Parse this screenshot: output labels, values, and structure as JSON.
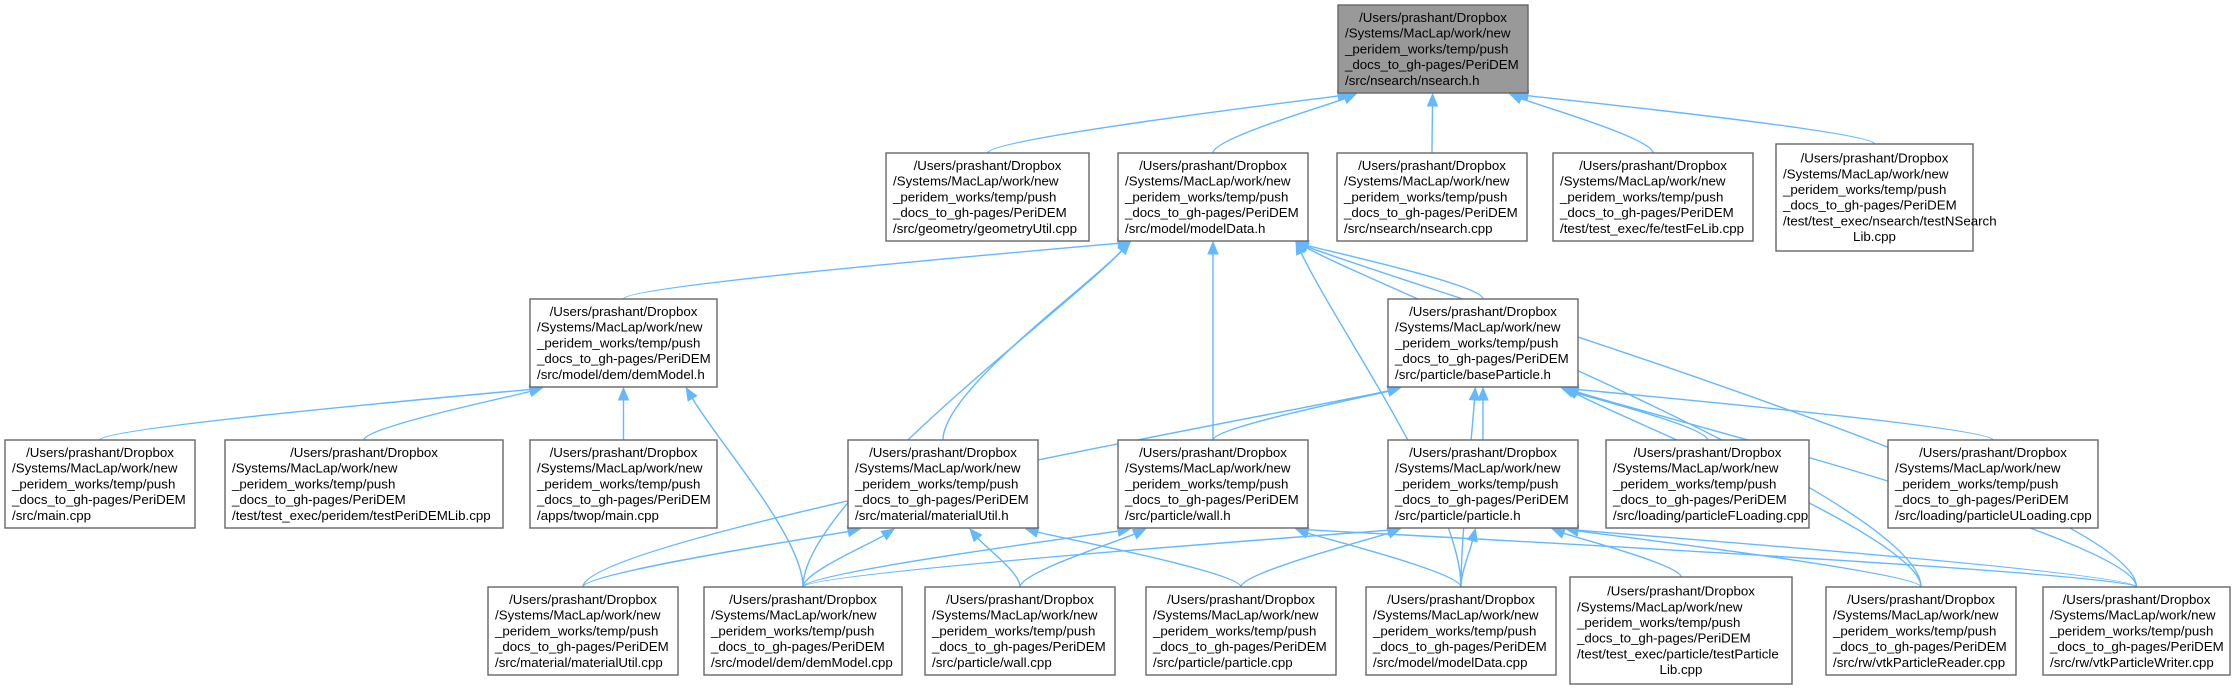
{
  "diagram": {
    "nodes": [
      {
        "id": "nsearch_h",
        "root": true,
        "lines": [
          "/Users/prashant/Dropbox",
          "/Systems/MacLap/work/new",
          "_peridem_works/temp/push",
          "_docs_to_gh-pages/PeriDEM",
          "/src/nsearch/nsearch.h"
        ]
      },
      {
        "id": "geometryUtil_cpp",
        "lines": [
          "/Users/prashant/Dropbox",
          "/Systems/MacLap/work/new",
          "_peridem_works/temp/push",
          "_docs_to_gh-pages/PeriDEM",
          "/src/geometry/geometryUtil.cpp"
        ]
      },
      {
        "id": "modelData_h",
        "lines": [
          "/Users/prashant/Dropbox",
          "/Systems/MacLap/work/new",
          "_peridem_works/temp/push",
          "_docs_to_gh-pages/PeriDEM",
          "/src/model/modelData.h"
        ]
      },
      {
        "id": "nsearch_cpp",
        "lines": [
          "/Users/prashant/Dropbox",
          "/Systems/MacLap/work/new",
          "_peridem_works/temp/push",
          "_docs_to_gh-pages/PeriDEM",
          "/src/nsearch/nsearch.cpp"
        ]
      },
      {
        "id": "testFeLib_cpp",
        "lines": [
          "/Users/prashant/Dropbox",
          "/Systems/MacLap/work/new",
          "_peridem_works/temp/push",
          "_docs_to_gh-pages/PeriDEM",
          "/test/test_exec/fe/testFeLib.cpp"
        ]
      },
      {
        "id": "testNSearchLib_cpp",
        "lines": [
          "/Users/prashant/Dropbox",
          "/Systems/MacLap/work/new",
          "_peridem_works/temp/push",
          "_docs_to_gh-pages/PeriDEM",
          "/test/test_exec/nsearch/testNSearch",
          "Lib.cpp"
        ]
      },
      {
        "id": "demModel_h",
        "lines": [
          "/Users/prashant/Dropbox",
          "/Systems/MacLap/work/new",
          "_peridem_works/temp/push",
          "_docs_to_gh-pages/PeriDEM",
          "/src/model/dem/demModel.h"
        ]
      },
      {
        "id": "baseParticle_h",
        "lines": [
          "/Users/prashant/Dropbox",
          "/Systems/MacLap/work/new",
          "_peridem_works/temp/push",
          "_docs_to_gh-pages/PeriDEM",
          "/src/particle/baseParticle.h"
        ]
      },
      {
        "id": "main_cpp",
        "lines": [
          "/Users/prashant/Dropbox",
          "/Systems/MacLap/work/new",
          "_peridem_works/temp/push",
          "_docs_to_gh-pages/PeriDEM",
          "/src/main.cpp"
        ]
      },
      {
        "id": "testPeriDEMLib_cpp",
        "lines": [
          "/Users/prashant/Dropbox",
          "/Systems/MacLap/work/new",
          "_peridem_works/temp/push",
          "_docs_to_gh-pages/PeriDEM",
          "/test/test_exec/peridem/testPeriDEMLib.cpp"
        ]
      },
      {
        "id": "twop_main_cpp",
        "lines": [
          "/Users/prashant/Dropbox",
          "/Systems/MacLap/work/new",
          "_peridem_works/temp/push",
          "_docs_to_gh-pages/PeriDEM",
          "/apps/twop/main.cpp"
        ]
      },
      {
        "id": "materialUtil_h",
        "lines": [
          "/Users/prashant/Dropbox",
          "/Systems/MacLap/work/new",
          "_peridem_works/temp/push",
          "_docs_to_gh-pages/PeriDEM",
          "/src/material/materialUtil.h"
        ]
      },
      {
        "id": "wall_h",
        "lines": [
          "/Users/prashant/Dropbox",
          "/Systems/MacLap/work/new",
          "_peridem_works/temp/push",
          "_docs_to_gh-pages/PeriDEM",
          "/src/particle/wall.h"
        ]
      },
      {
        "id": "particle_h",
        "lines": [
          "/Users/prashant/Dropbox",
          "/Systems/MacLap/work/new",
          "_peridem_works/temp/push",
          "_docs_to_gh-pages/PeriDEM",
          "/src/particle/particle.h"
        ]
      },
      {
        "id": "particleFLoading_cpp",
        "lines": [
          "/Users/prashant/Dropbox",
          "/Systems/MacLap/work/new",
          "_peridem_works/temp/push",
          "_docs_to_gh-pages/PeriDEM",
          "/src/loading/particleFLoading.cpp"
        ]
      },
      {
        "id": "particleULoading_cpp",
        "lines": [
          "/Users/prashant/Dropbox",
          "/Systems/MacLap/work/new",
          "_peridem_works/temp/push",
          "_docs_to_gh-pages/PeriDEM",
          "/src/loading/particleULoading.cpp"
        ]
      },
      {
        "id": "materialUtil_cpp",
        "lines": [
          "/Users/prashant/Dropbox",
          "/Systems/MacLap/work/new",
          "_peridem_works/temp/push",
          "_docs_to_gh-pages/PeriDEM",
          "/src/material/materialUtil.cpp"
        ]
      },
      {
        "id": "demModel_cpp",
        "lines": [
          "/Users/prashant/Dropbox",
          "/Systems/MacLap/work/new",
          "_peridem_works/temp/push",
          "_docs_to_gh-pages/PeriDEM",
          "/src/model/dem/demModel.cpp"
        ]
      },
      {
        "id": "wall_cpp",
        "lines": [
          "/Users/prashant/Dropbox",
          "/Systems/MacLap/work/new",
          "_peridem_works/temp/push",
          "_docs_to_gh-pages/PeriDEM",
          "/src/particle/wall.cpp"
        ]
      },
      {
        "id": "particle_cpp",
        "lines": [
          "/Users/prashant/Dropbox",
          "/Systems/MacLap/work/new",
          "_peridem_works/temp/push",
          "_docs_to_gh-pages/PeriDEM",
          "/src/particle/particle.cpp"
        ]
      },
      {
        "id": "modelData_cpp",
        "lines": [
          "/Users/prashant/Dropbox",
          "/Systems/MacLap/work/new",
          "_peridem_works/temp/push",
          "_docs_to_gh-pages/PeriDEM",
          "/src/model/modelData.cpp"
        ]
      },
      {
        "id": "testParticleLib_cpp",
        "lines": [
          "/Users/prashant/Dropbox",
          "/Systems/MacLap/work/new",
          "_peridem_works/temp/push",
          "_docs_to_gh-pages/PeriDEM",
          "/test/test_exec/particle/testParticle",
          "Lib.cpp"
        ]
      },
      {
        "id": "vtkParticleReader_cpp",
        "lines": [
          "/Users/prashant/Dropbox",
          "/Systems/MacLap/work/new",
          "_peridem_works/temp/push",
          "_docs_to_gh-pages/PeriDEM",
          "/src/rw/vtkParticleReader.cpp"
        ]
      },
      {
        "id": "vtkParticleWriter_cpp",
        "lines": [
          "/Users/prashant/Dropbox",
          "/Systems/MacLap/work/new",
          "_peridem_works/temp/push",
          "_docs_to_gh-pages/PeriDEM",
          "/src/rw/vtkParticleWriter.cpp"
        ]
      }
    ],
    "edges": [
      {
        "from": "geometryUtil_cpp",
        "to": "nsearch_h"
      },
      {
        "from": "modelData_h",
        "to": "nsearch_h"
      },
      {
        "from": "nsearch_cpp",
        "to": "nsearch_h"
      },
      {
        "from": "testFeLib_cpp",
        "to": "nsearch_h"
      },
      {
        "from": "testNSearchLib_cpp",
        "to": "nsearch_h"
      },
      {
        "from": "demModel_h",
        "to": "modelData_h"
      },
      {
        "from": "baseParticle_h",
        "to": "modelData_h"
      },
      {
        "from": "materialUtil_h",
        "to": "modelData_h"
      },
      {
        "from": "wall_h",
        "to": "modelData_h"
      },
      {
        "from": "demModel_cpp",
        "to": "modelData_h"
      },
      {
        "from": "vtkParticleReader_cpp",
        "to": "modelData_h"
      },
      {
        "from": "vtkParticleWriter_cpp",
        "to": "modelData_h"
      },
      {
        "from": "main_cpp",
        "to": "demModel_h"
      },
      {
        "from": "testPeriDEMLib_cpp",
        "to": "demModel_h"
      },
      {
        "from": "twop_main_cpp",
        "to": "demModel_h"
      },
      {
        "from": "demModel_cpp",
        "to": "demModel_h"
      },
      {
        "from": "wall_h",
        "to": "baseParticle_h"
      },
      {
        "from": "particle_h",
        "to": "baseParticle_h"
      },
      {
        "from": "particleFLoading_cpp",
        "to": "baseParticle_h"
      },
      {
        "from": "particleULoading_cpp",
        "to": "baseParticle_h"
      },
      {
        "from": "materialUtil_cpp",
        "to": "baseParticle_h"
      },
      {
        "from": "modelData_cpp",
        "to": "baseParticle_h"
      },
      {
        "from": "vtkParticleReader_cpp",
        "to": "baseParticle_h"
      },
      {
        "from": "vtkParticleWriter_cpp",
        "to": "baseParticle_h"
      },
      {
        "from": "materialUtil_cpp",
        "to": "materialUtil_h"
      },
      {
        "from": "demModel_cpp",
        "to": "materialUtil_h"
      },
      {
        "from": "wall_cpp",
        "to": "materialUtil_h"
      },
      {
        "from": "particle_cpp",
        "to": "materialUtil_h"
      },
      {
        "from": "demModel_cpp",
        "to": "wall_h"
      },
      {
        "from": "wall_cpp",
        "to": "wall_h"
      },
      {
        "from": "modelData_cpp",
        "to": "wall_h"
      },
      {
        "from": "vtkParticleWriter_cpp",
        "to": "wall_h"
      },
      {
        "from": "demModel_cpp",
        "to": "particle_h"
      },
      {
        "from": "particle_cpp",
        "to": "particle_h"
      },
      {
        "from": "modelData_cpp",
        "to": "particle_h"
      },
      {
        "from": "testParticleLib_cpp",
        "to": "particle_h"
      },
      {
        "from": "vtkParticleReader_cpp",
        "to": "particle_h"
      },
      {
        "from": "vtkParticleWriter_cpp",
        "to": "particle_h"
      },
      {
        "from": "modelData_cpp",
        "to": "modelData_h"
      }
    ],
    "colors": {
      "edge": "#63b8ff",
      "root_fill": "#999999",
      "node_fill": "#ffffff",
      "node_border": "#666666",
      "text": "#000000"
    }
  }
}
